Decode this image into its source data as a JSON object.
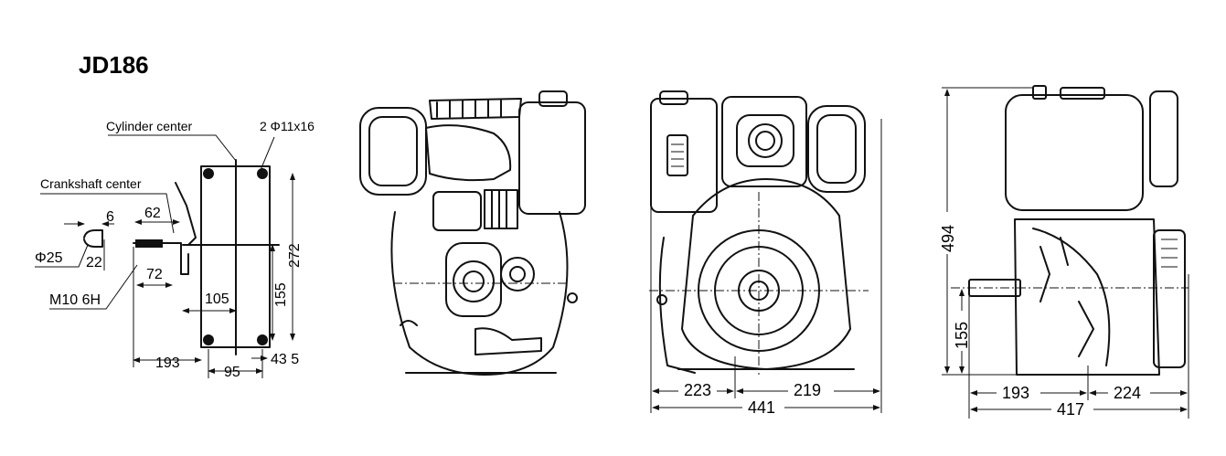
{
  "title": "JD186",
  "schematic": {
    "labels": {
      "cylinder_center": "Cylinder center",
      "mount_holes": "2 Φ11x16",
      "crankshaft_center": "Crankshaft center",
      "shaft_thread": "M10 6H",
      "shaft_dia": "Φ25"
    },
    "dims": {
      "d6": "6",
      "d22": "22",
      "d62": "62",
      "d72": "72",
      "d105": "105",
      "d155": "155",
      "d272": "272",
      "d193": "193",
      "d95": "95",
      "d43_5": "43 5"
    }
  },
  "side_view": {
    "dims": {
      "left": "223",
      "right": "219",
      "total": "441"
    }
  },
  "end_view": {
    "dims": {
      "height": "494",
      "shaft_height": "155",
      "left": "193",
      "right": "224",
      "total": "417"
    }
  }
}
